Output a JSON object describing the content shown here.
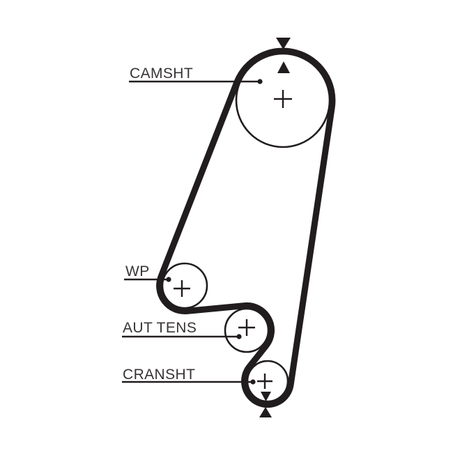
{
  "background_color": "#ffffff",
  "ink_color": "#211d1e",
  "label_color": "#383435",
  "diagram": {
    "type": "timing-belt-routing-diagram",
    "labels": {
      "camshaft": "CAMSHT",
      "water_pump": "WP",
      "tensioner": "AUT TENS",
      "crankshaft": "CRANSHT"
    },
    "pulleys": [
      {
        "name": "camshaft-pulley",
        "label": "CAMSHT",
        "center_mark": "+",
        "alignment_marks": "double-triangle-top"
      },
      {
        "name": "water-pump-pulley",
        "label": "WP",
        "center_mark": "+"
      },
      {
        "name": "automatic-tensioner-pulley",
        "label": "AUT TENS",
        "center_mark": "+"
      },
      {
        "name": "crankshaft-pulley",
        "label": "CRANSHT",
        "center_mark": "+",
        "alignment_marks": "double-triangle-bottom"
      }
    ]
  }
}
